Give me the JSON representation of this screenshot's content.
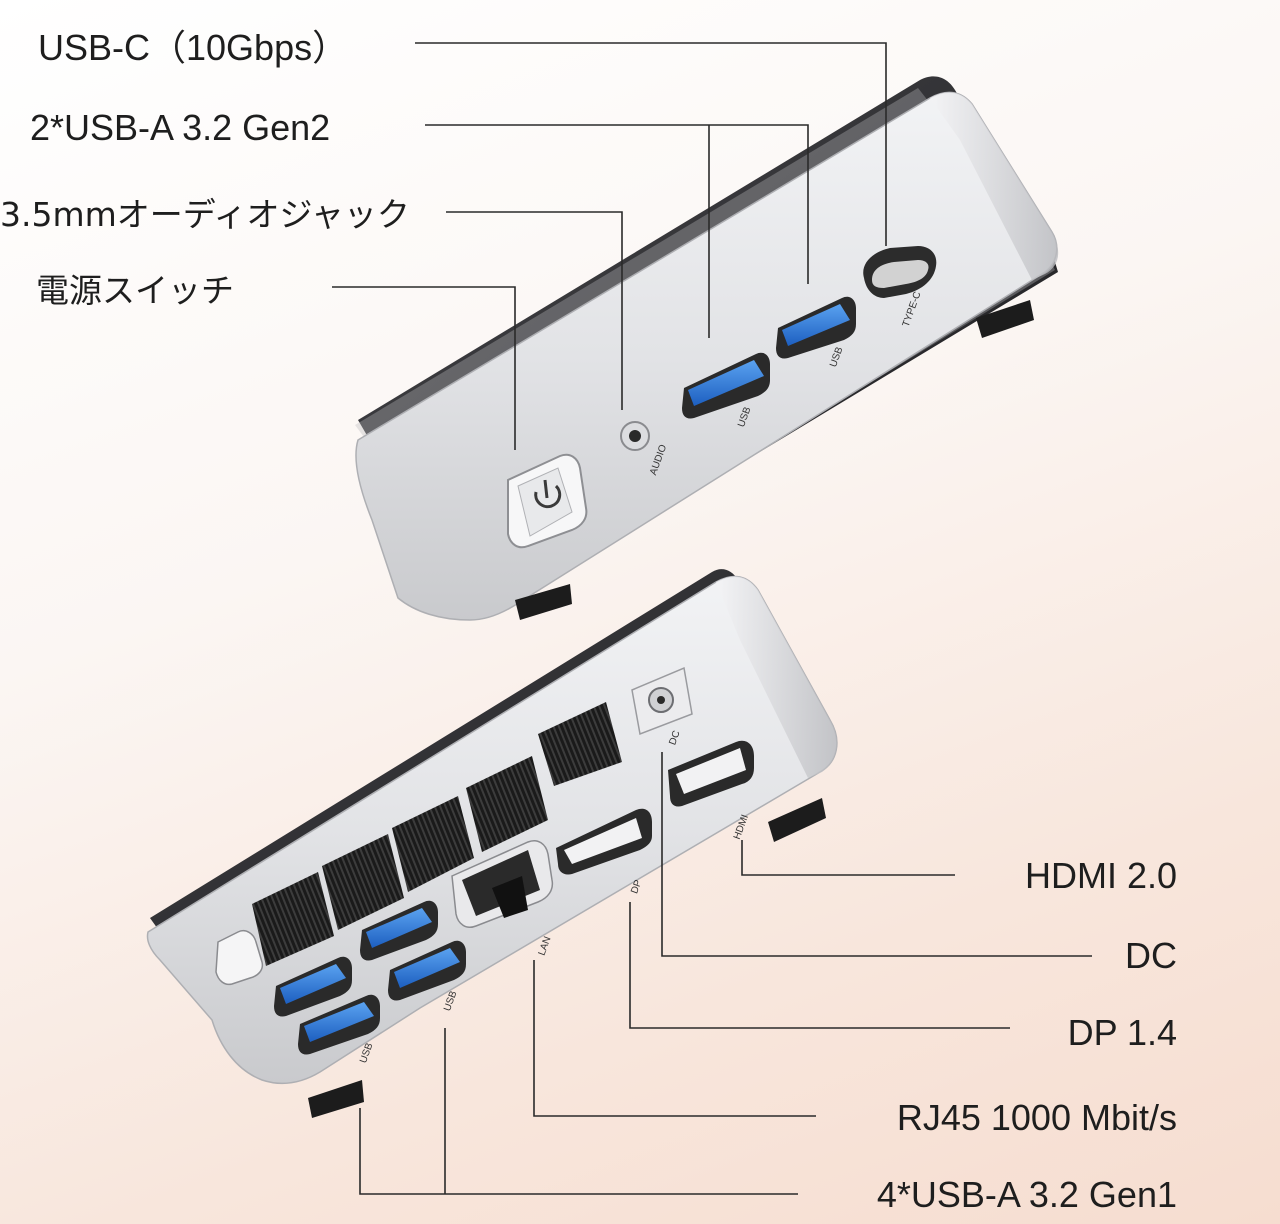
{
  "top_labels": {
    "usb_c": "USB-C（10Gbps）",
    "usb_a_gen2": "2*USB-A 3.2 Gen2",
    "audio_jack": "3.5mmオーディオジャック",
    "power_switch": "電源スイッチ"
  },
  "bottom_labels": {
    "hdmi": "HDMI 2.0",
    "dc": "DC",
    "dp": "DP 1.4",
    "rj45": "RJ45 1000 Mbit/s",
    "usb_a_gen1": "4*USB-A 3.2 Gen1"
  },
  "port_marks": {
    "type_c": "TYPE-C",
    "usb": "USB",
    "audio": "AUDIO",
    "dc": "DC",
    "hdmi": "HDMI",
    "dp": "DP",
    "lan": "LAN"
  },
  "colors": {
    "usb3_blue": "#2f7fe0",
    "chassis_silver": "#d8d9dc",
    "leader_line": "#2a2a2a"
  }
}
